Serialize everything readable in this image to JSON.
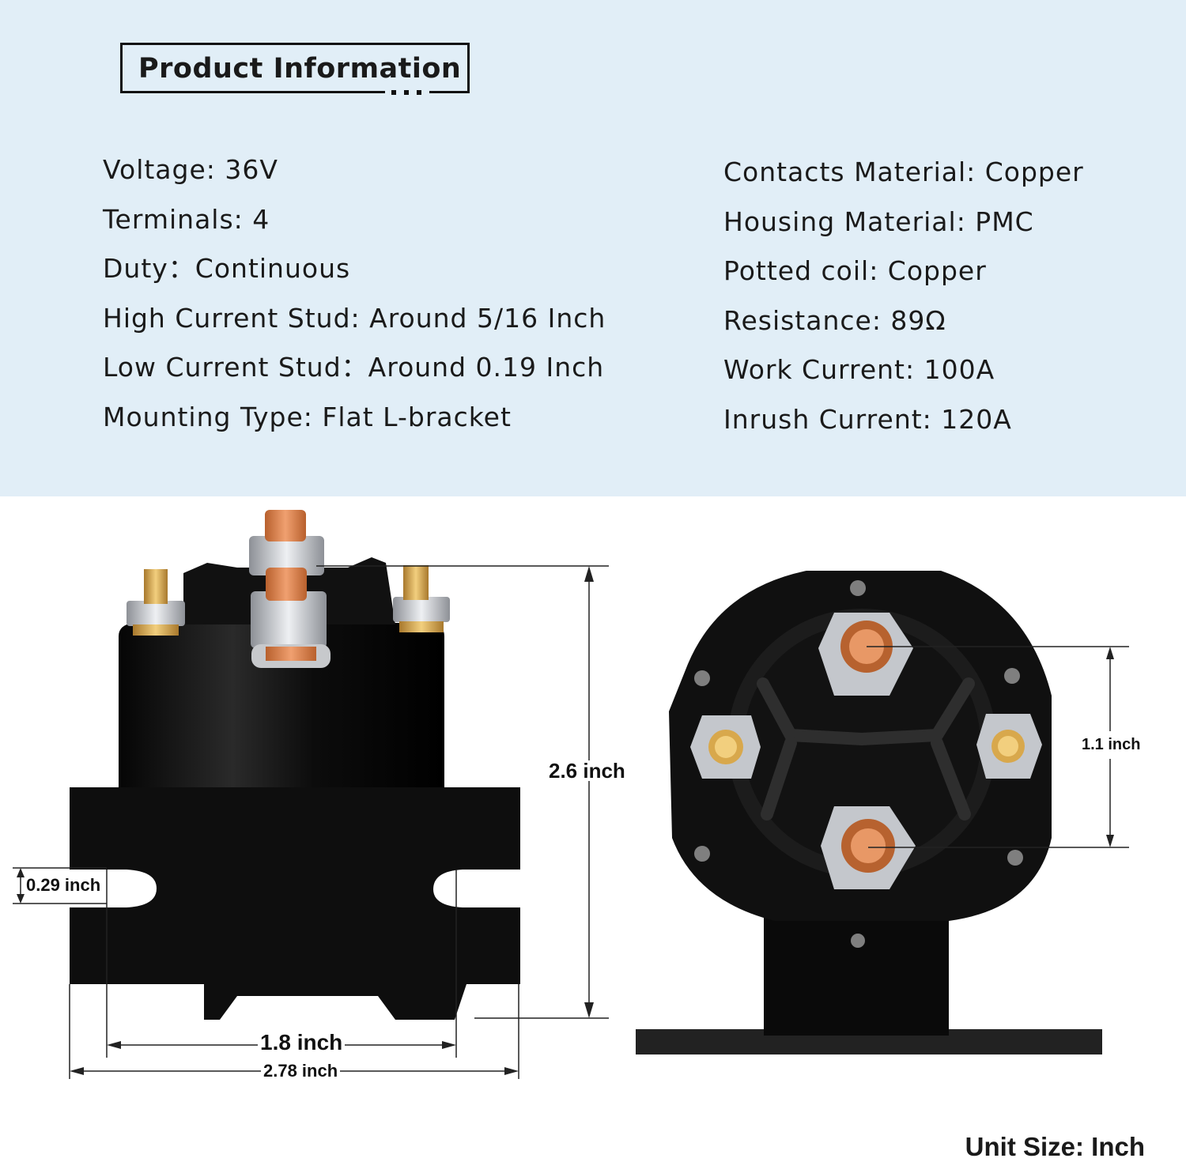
{
  "title": "Product Information",
  "specs_left": [
    "Voltage: 36V",
    "Terminals: 4",
    "Duty：Continuous",
    "High Current Stud: Around 5/16 Inch",
    "Low Current Stud：Around 0.19 Inch",
    "Mounting Type: Flat L-bracket"
  ],
  "specs_right": [
    "Contacts Material: Copper",
    "Housing Material: PMC",
    "Potted coil: Copper",
    "Resistance: 89Ω",
    "Work Current: 100A",
    "Inrush Current: 120A"
  ],
  "dimensions": {
    "height": "2.6 inch",
    "slot": "0.29 inch",
    "inner_width": "1.8 inch",
    "outer_width": "2.78 inch",
    "stud_spacing": "1.1 inch"
  },
  "unit_note": "Unit Size: Inch",
  "colors": {
    "panel_background": "#e1eef7",
    "housing": "#0d0d0d",
    "copper": "#d9824f",
    "nut": "#c9ccd1",
    "brass": "#d8a84c"
  }
}
